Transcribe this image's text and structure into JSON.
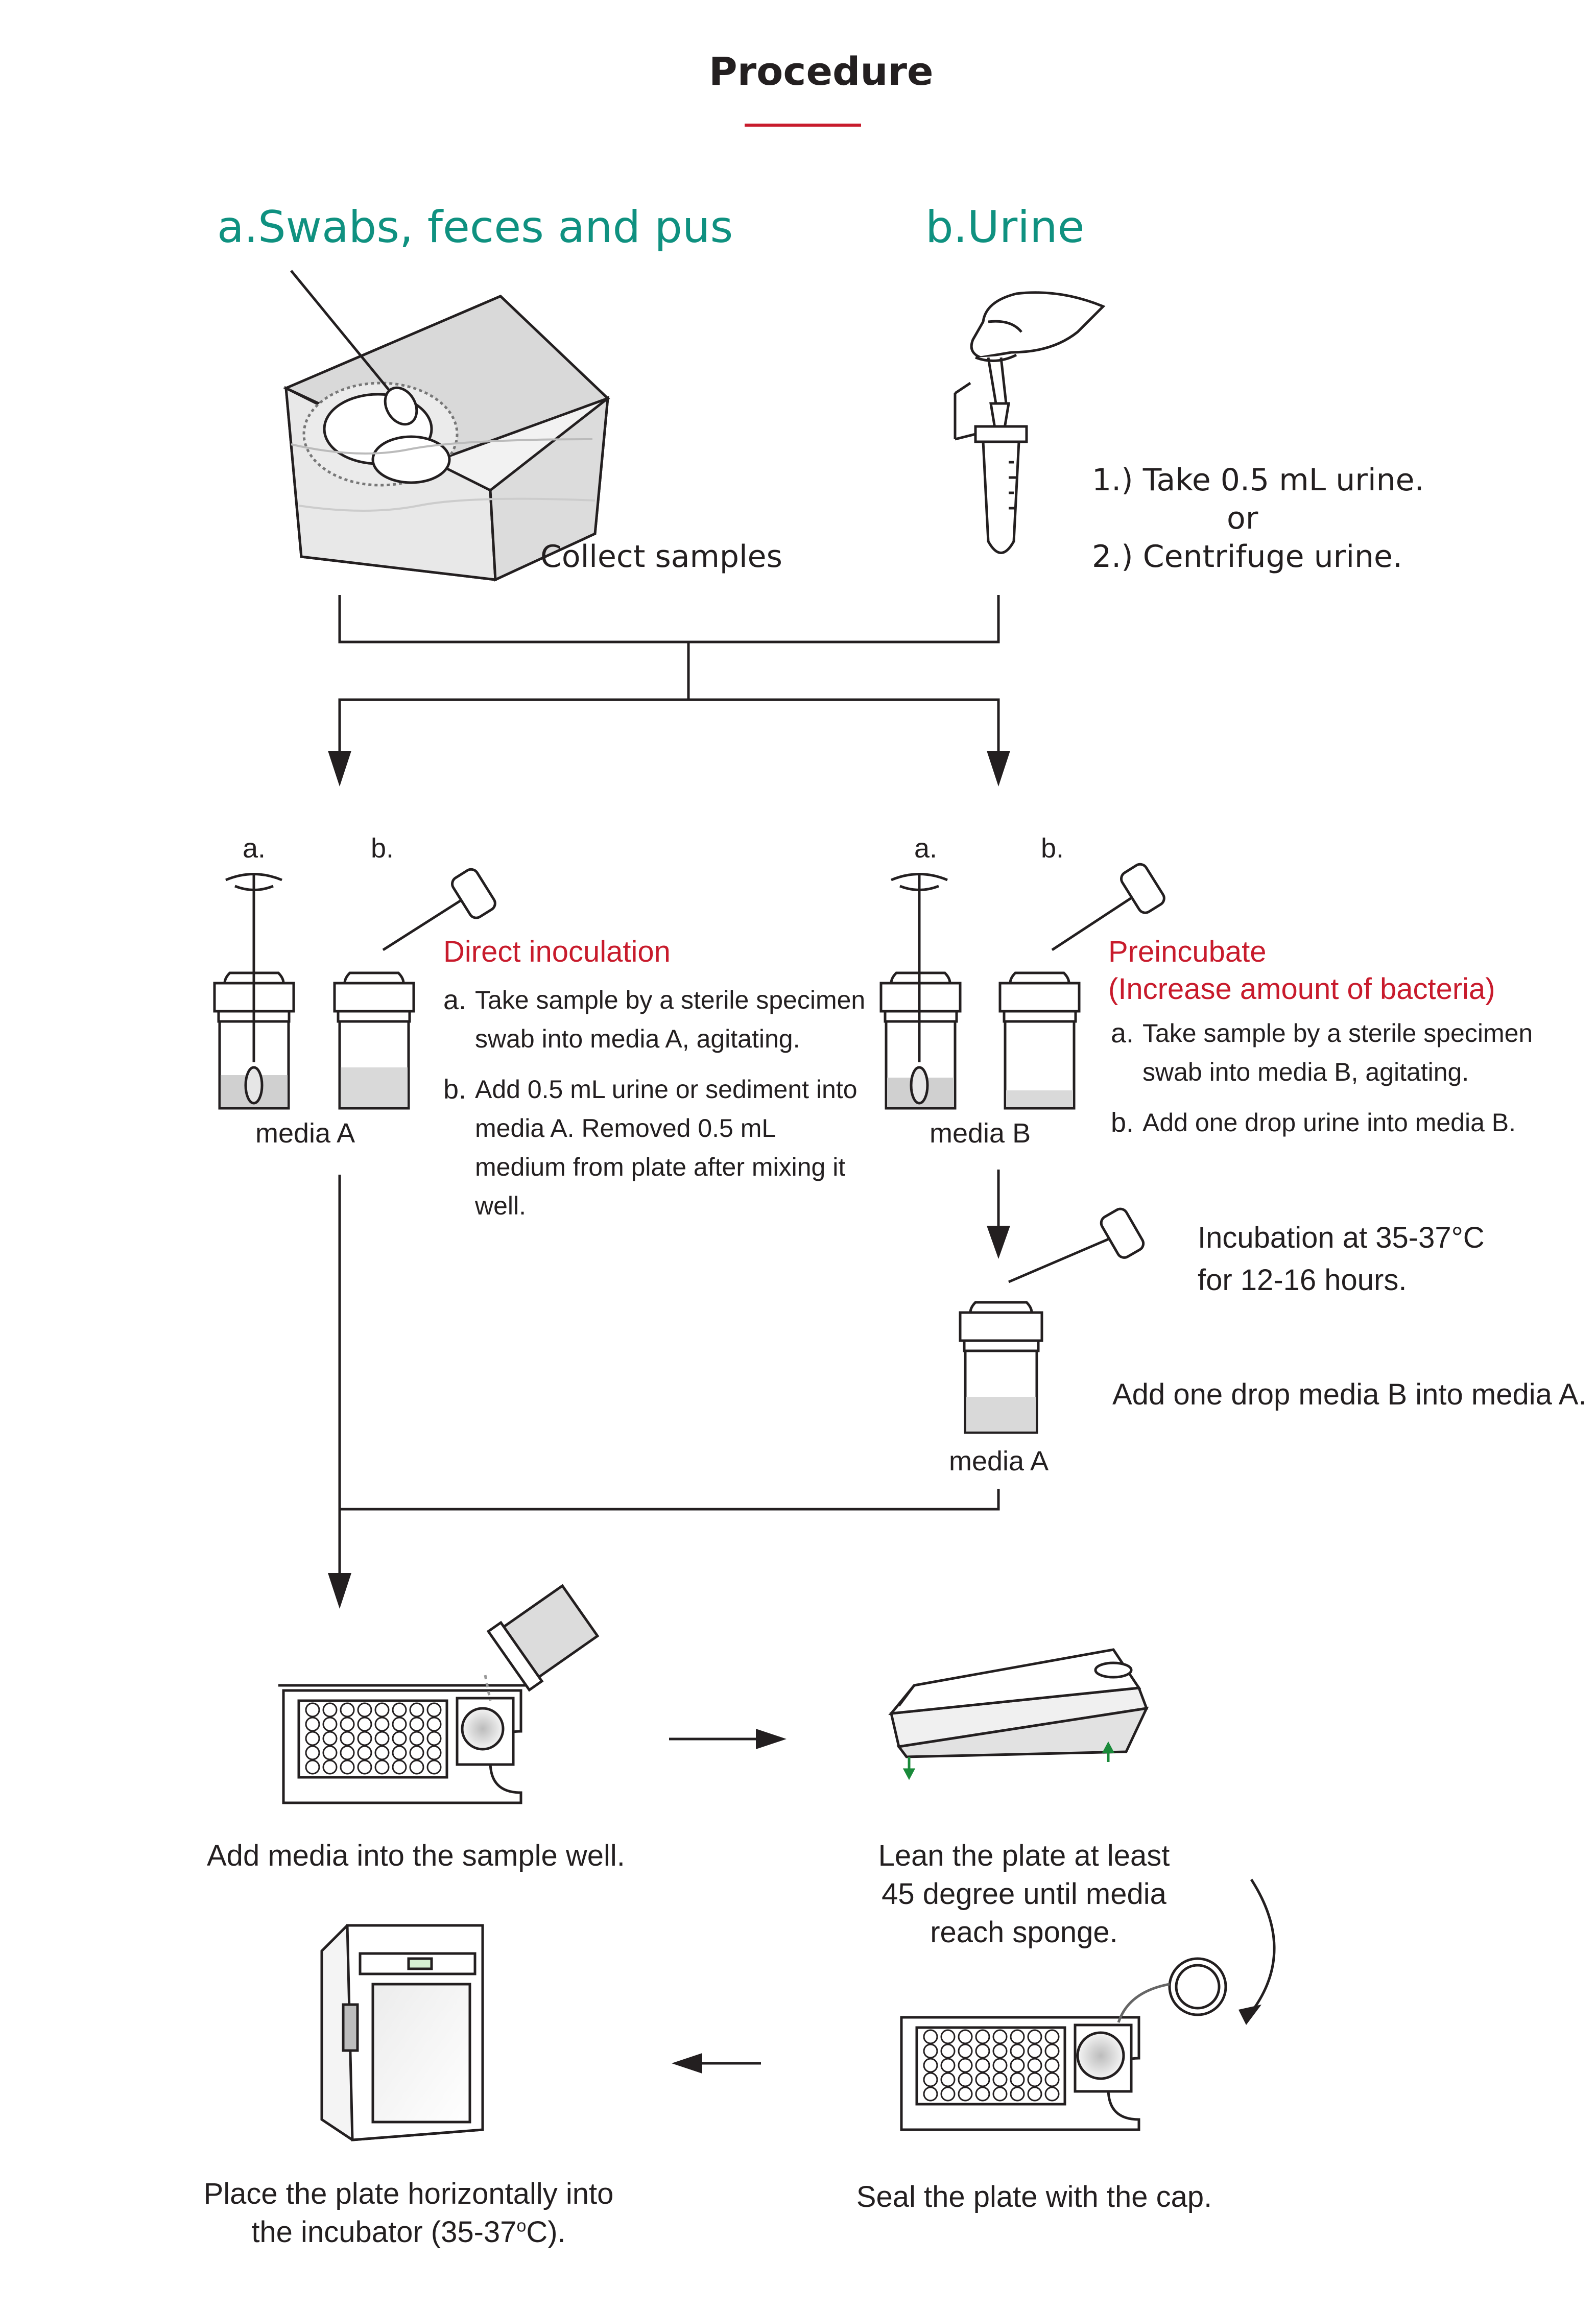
{
  "title": "Procedure",
  "accent_color": "#c81b2c",
  "heading_color": "#0f9180",
  "sections": {
    "swabs_heading": "a.Swabs, feces and pus",
    "urine_heading": "b.Urine",
    "collect_label": "Collect samples",
    "urine_options": [
      "1.) Take 0.5 mL urine.",
      "or",
      "2.) Centrifuge urine."
    ]
  },
  "direct": {
    "label_a": "a.",
    "label_b": "b.",
    "title": "Direct inoculation",
    "steps": [
      {
        "marker": "a.",
        "text": "Take sample by a sterile specimen swab into media A, agitating."
      },
      {
        "marker": "b.",
        "text": "Add 0.5 mL urine or sediment into media A. Removed 0.5 mL medium from plate after mixing it well."
      }
    ],
    "media_label": "media A"
  },
  "preincubate": {
    "label_a": "a.",
    "label_b": "b.",
    "title_line1": "Preincubate",
    "title_line2": "(Increase amount of bacteria)",
    "steps": [
      {
        "marker": "a.",
        "text": "Take sample by a sterile specimen swab into media B, agitating."
      },
      {
        "marker": "b.",
        "text": "Add one drop urine into media B."
      }
    ],
    "media_label": "media B",
    "incubation_line1": "Incubation at 35-37°C",
    "incubation_line2": "for 12-16 hours.",
    "add_drop": "Add one drop media B into media A.",
    "media_a_label": "media A"
  },
  "plate_steps": {
    "add_media": "Add media into the sample well.",
    "lean": [
      "Lean the plate at least",
      "45 degree until  media",
      "reach sponge."
    ],
    "seal": "Seal the plate with the cap.",
    "place_line1": "Place the plate horizontally into",
    "place_line2_pre": "the incubator (35-37",
    "place_line2_sup": "o",
    "place_line2_post": "C)."
  }
}
